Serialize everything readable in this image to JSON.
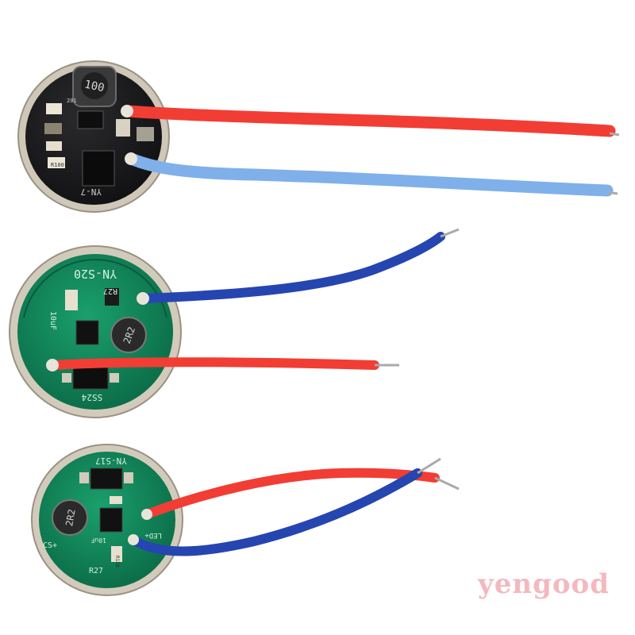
{
  "boards": [
    {
      "model_label": "YN-7",
      "inductor_label": "100",
      "components": [
        "R100",
        "201"
      ]
    },
    {
      "model_label": "YN-S20",
      "inductor_label": "2R2",
      "components": [
        "10uF",
        "R27",
        "SS24"
      ]
    },
    {
      "model_label": "YN-S17",
      "inductor_label": "2R2",
      "components": [
        "10uF",
        "R27",
        "R150",
        "CS+",
        "LED+"
      ]
    }
  ],
  "colors": {
    "background": "#ffffff",
    "black_pcb": "#1c1c1e",
    "green_pcb": "#12845a",
    "red_wire": "#f23d34",
    "light_blue_wire": "#7fb0ea",
    "dark_blue_wire": "#2546b0",
    "solder_rim": "#c9c2b4"
  },
  "watermark": "yengood"
}
